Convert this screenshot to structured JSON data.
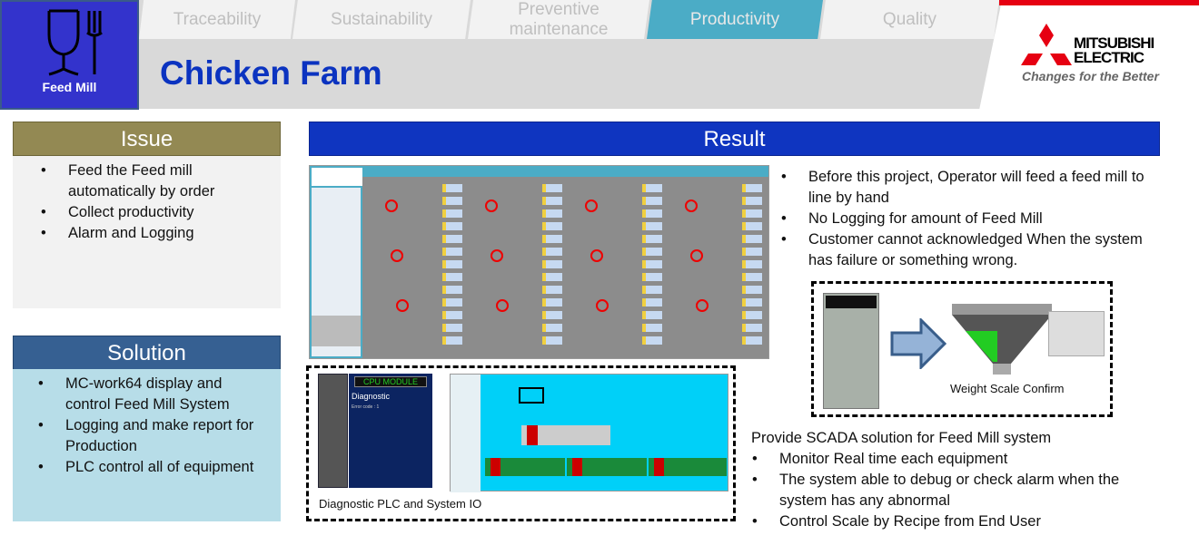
{
  "category": {
    "label": "Feed Mill",
    "icon": "food-safe-glass-fork-icon"
  },
  "tabs": [
    {
      "label": "Traceability",
      "active": false
    },
    {
      "label": "Sustainability",
      "active": false
    },
    {
      "label": "Preventive maintenance",
      "active": false
    },
    {
      "label": "Productivity",
      "active": true
    },
    {
      "label": "Quality",
      "active": false
    }
  ],
  "page_title": "Chicken Farm",
  "logo": {
    "name": "MITSUBISHI ELECTRIC",
    "line1": "MITSUBISHI",
    "line2": "ELECTRIC",
    "tagline": "Changes for the Better"
  },
  "issue": {
    "title": "Issue",
    "items": [
      "Feed the Feed mill automatically by order",
      "Collect productivity",
      "Alarm and Logging"
    ]
  },
  "solution": {
    "title": "Solution",
    "items": [
      "MC-work64 display and control Feed Mill System",
      "Logging and make report for Production",
      "PLC control all of equipment"
    ]
  },
  "result": {
    "title": "Result",
    "points": [
      "Before this project, Operator will feed a feed mill to line by hand",
      "No Logging for amount of Feed Mill",
      "Customer cannot acknowledged When the system has failure or something wrong."
    ],
    "weight_caption": "Weight Scale Confirm",
    "diagnostic_caption": "Diagnostic PLC and System IO",
    "cpu_module": "CPU MODULE",
    "diagnostic_label": "Diagnostic",
    "error_code": "Error code : 1",
    "scada_heading": "Provide SCADA solution for Feed Mill system",
    "scada_points": [
      "Monitor Real time each equipment",
      "The system able to debug or check alarm when the system has any abnormal",
      "Control Scale by Recipe from End User"
    ]
  },
  "colors": {
    "tile": "#3333cc",
    "active_tab": "#4bacc6",
    "issue": "#938953",
    "solution": "#366092",
    "result": "#0f35c0",
    "solution_body": "#b7dde8"
  }
}
